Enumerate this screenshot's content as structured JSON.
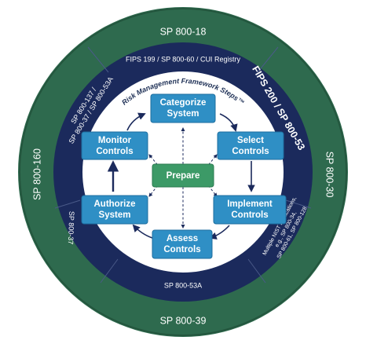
{
  "colors": {
    "outer_ring": "#2e6a4e",
    "inner_band": "#1b2a5c",
    "inner_white": "#ffffff",
    "step_box": "#2f8fc5",
    "prepare_box": "#3c9a67",
    "arrow": "#1b2a5c"
  },
  "outer_ring": {
    "top": "SP 800-18",
    "left": "SP 800-160",
    "right": "SP 800-30",
    "bottom": "SP 800-39"
  },
  "band": {
    "top": "FIPS 199 / SP 800-60 / CUI Registry",
    "upper_left_1": "SP 800-137 /",
    "upper_left_2": "SP 800-37 / SP 800-53A",
    "upper_right": "FIPS 200 / SP 800-53",
    "left": "SP 800-37",
    "bottom": "SP 800-53A",
    "lower_right_1": "Multiple NIST Publications,",
    "lower_right_2": "e.g., SP 800-34,",
    "lower_right_3": "SP 800-61, SP 800-128"
  },
  "rmf_title": "Risk Management Framework Steps™",
  "steps": {
    "categorize": [
      "Categorize",
      "System"
    ],
    "select": [
      "Select",
      "Controls"
    ],
    "implement": [
      "Implement",
      "Controls"
    ],
    "assess": [
      "Assess",
      "Controls"
    ],
    "authorize": [
      "Authorize",
      "System"
    ],
    "monitor": [
      "Monitor",
      "Controls"
    ],
    "prepare": "Prepare"
  }
}
